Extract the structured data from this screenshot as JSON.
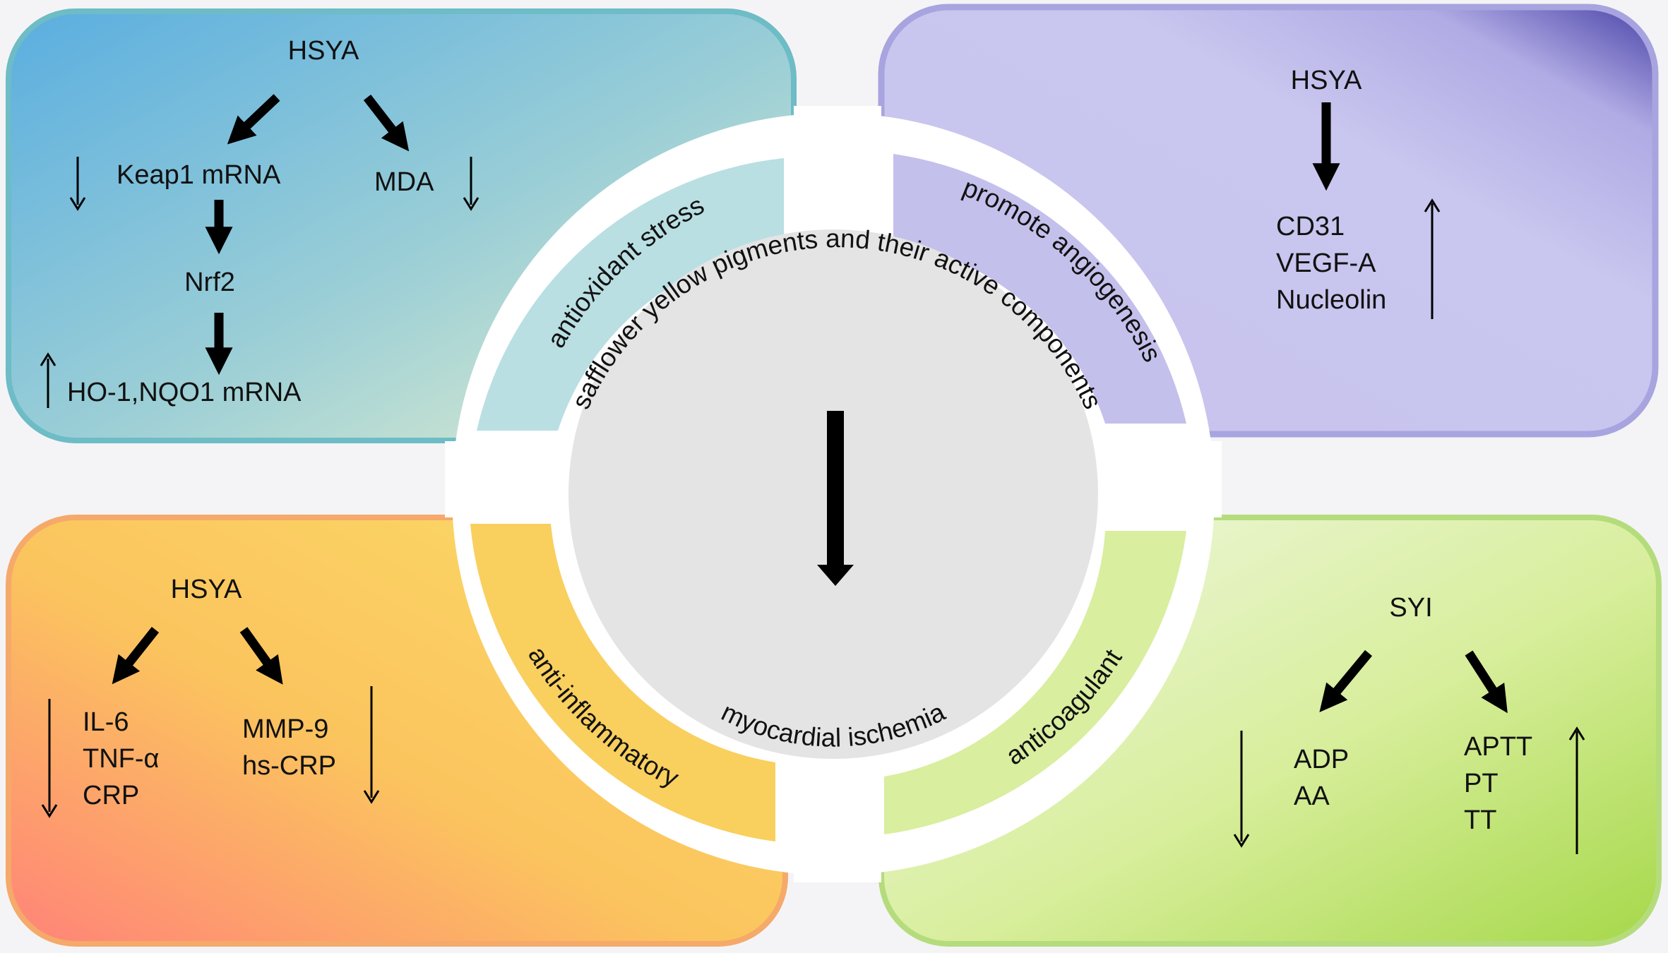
{
  "center": {
    "top_text": "safflower yellow pigments and their active components",
    "bottom_text": "myocardial ischemia"
  },
  "quadrants": {
    "antioxidant": {
      "band_label": "antioxidant stress",
      "hsya": "HSYA",
      "keap1": "Keap1 mRNA",
      "mda": "MDA",
      "nrf2": "Nrf2",
      "ho1": "HO-1,NQO1 mRNA"
    },
    "angiogenesis": {
      "band_label": "promote angiogenesis",
      "hsya": "HSYA",
      "markers": [
        "CD31",
        "VEGF-A",
        "Nucleolin"
      ]
    },
    "inflammatory": {
      "band_label": "anti-inflammatory",
      "hsya": "HSYA",
      "left_markers": [
        "IL-6",
        "TNF-α",
        "CRP"
      ],
      "right_markers": [
        "MMP-9",
        "hs-CRP"
      ]
    },
    "anticoagulant": {
      "band_label": "anticoagulant",
      "syi": "SYI",
      "left_markers": [
        "ADP",
        "AA"
      ],
      "right_markers": [
        "APTT",
        "PT",
        "TT"
      ]
    }
  },
  "colors": {
    "antioxidant_border": "#6dbcc6",
    "angiogenesis_border": "#a8a4df",
    "inflammatory_border": "#f5a96a",
    "anticoagulant_border": "#b5dc7c",
    "center_fill": "#e4e4e4"
  }
}
